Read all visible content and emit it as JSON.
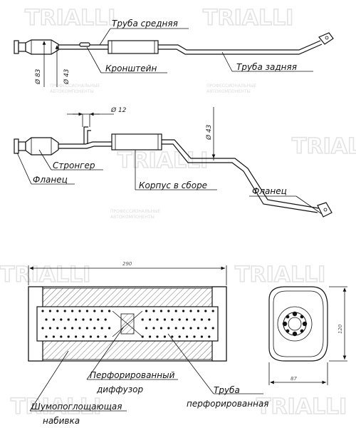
{
  "watermark": {
    "brand": "TRIALLI",
    "tagline_1": "ПРОФЕССИОНАЛЬНЫЕ",
    "tagline_2": "АВТОКОМПОНЕНТЫ"
  },
  "top_view": {
    "label_pipe_middle": "Труба средняя",
    "label_bracket": "Кронштейн",
    "label_pipe_rear": "Труба задняя",
    "dim_d83": "Ø 83",
    "dim_d43": "Ø 43"
  },
  "side_view": {
    "dim_d12": "Ø 12",
    "dim_d43": "Ø 43",
    "label_stronger": "Стронгер",
    "label_flange_left": "Фланец",
    "label_body": "Корпус в сборе",
    "label_flange_right": "Фланец"
  },
  "section_view": {
    "dim_length": "290",
    "dim_height": "120",
    "dim_width": "87",
    "label_perf_diffuser_1": "Перфорированный",
    "label_perf_diffuser_2": "диффузор",
    "label_perf_pipe_1": "Труба",
    "label_perf_pipe_2": "перфорированная",
    "label_packing_1": "Шумопоглощающая",
    "label_packing_2": "набивка"
  }
}
